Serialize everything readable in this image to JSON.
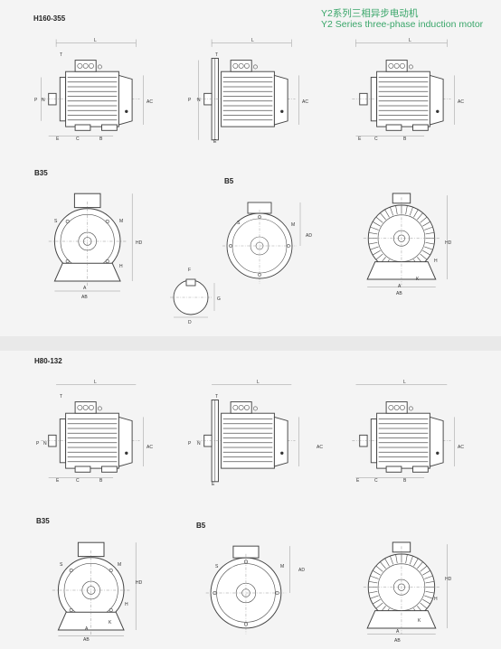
{
  "header": {
    "title_cn": "Y2系列三相异步电动机",
    "title_en": "Y2 Series three-phase induction motor"
  },
  "sections": [
    {
      "title": "H160-355",
      "labels": {
        "b35": "B35",
        "b5": "B5"
      }
    },
    {
      "title": "H80-132",
      "labels": {
        "b35": "B35",
        "b5": "B5"
      }
    }
  ],
  "dims": {
    "L": "L",
    "T": "T",
    "P": "P",
    "N": "N",
    "AC": "AC",
    "E": "E",
    "C": "C",
    "B": "B",
    "S": "S",
    "M": "M",
    "HD": "HD",
    "H": "H",
    "A": "A",
    "AB": "AB",
    "K": "K",
    "AD": "AD",
    "F": "F",
    "G": "G",
    "D": "D"
  }
}
